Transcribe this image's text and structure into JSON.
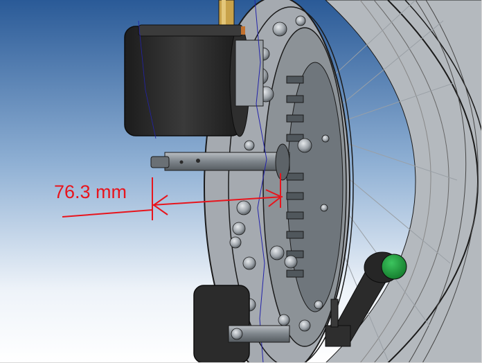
{
  "viewport": {
    "background_top": "#2a5a97",
    "background_bottom": "#ffffff"
  },
  "measurement": {
    "label": "76.3 mm",
    "value": 76.3,
    "unit": "mm",
    "color": "#e8141c"
  },
  "colors": {
    "part_dark": "#2a2a2a",
    "part_grey": "#8f969c",
    "outline": "#1a1a1a",
    "spokes": "#9aa0a6",
    "knob_green": "#1d9a3a",
    "bracket_gold": "#c8a24a",
    "axis_line": "#2222aa"
  },
  "parts": [
    {
      "name": "motor-cylinder-icon"
    },
    {
      "name": "wheel-hub-icon"
    },
    {
      "name": "axle-pin-icon"
    },
    {
      "name": "rear-wheel-icon"
    },
    {
      "name": "lever-knob-icon"
    },
    {
      "name": "bracket-block-icon"
    }
  ]
}
